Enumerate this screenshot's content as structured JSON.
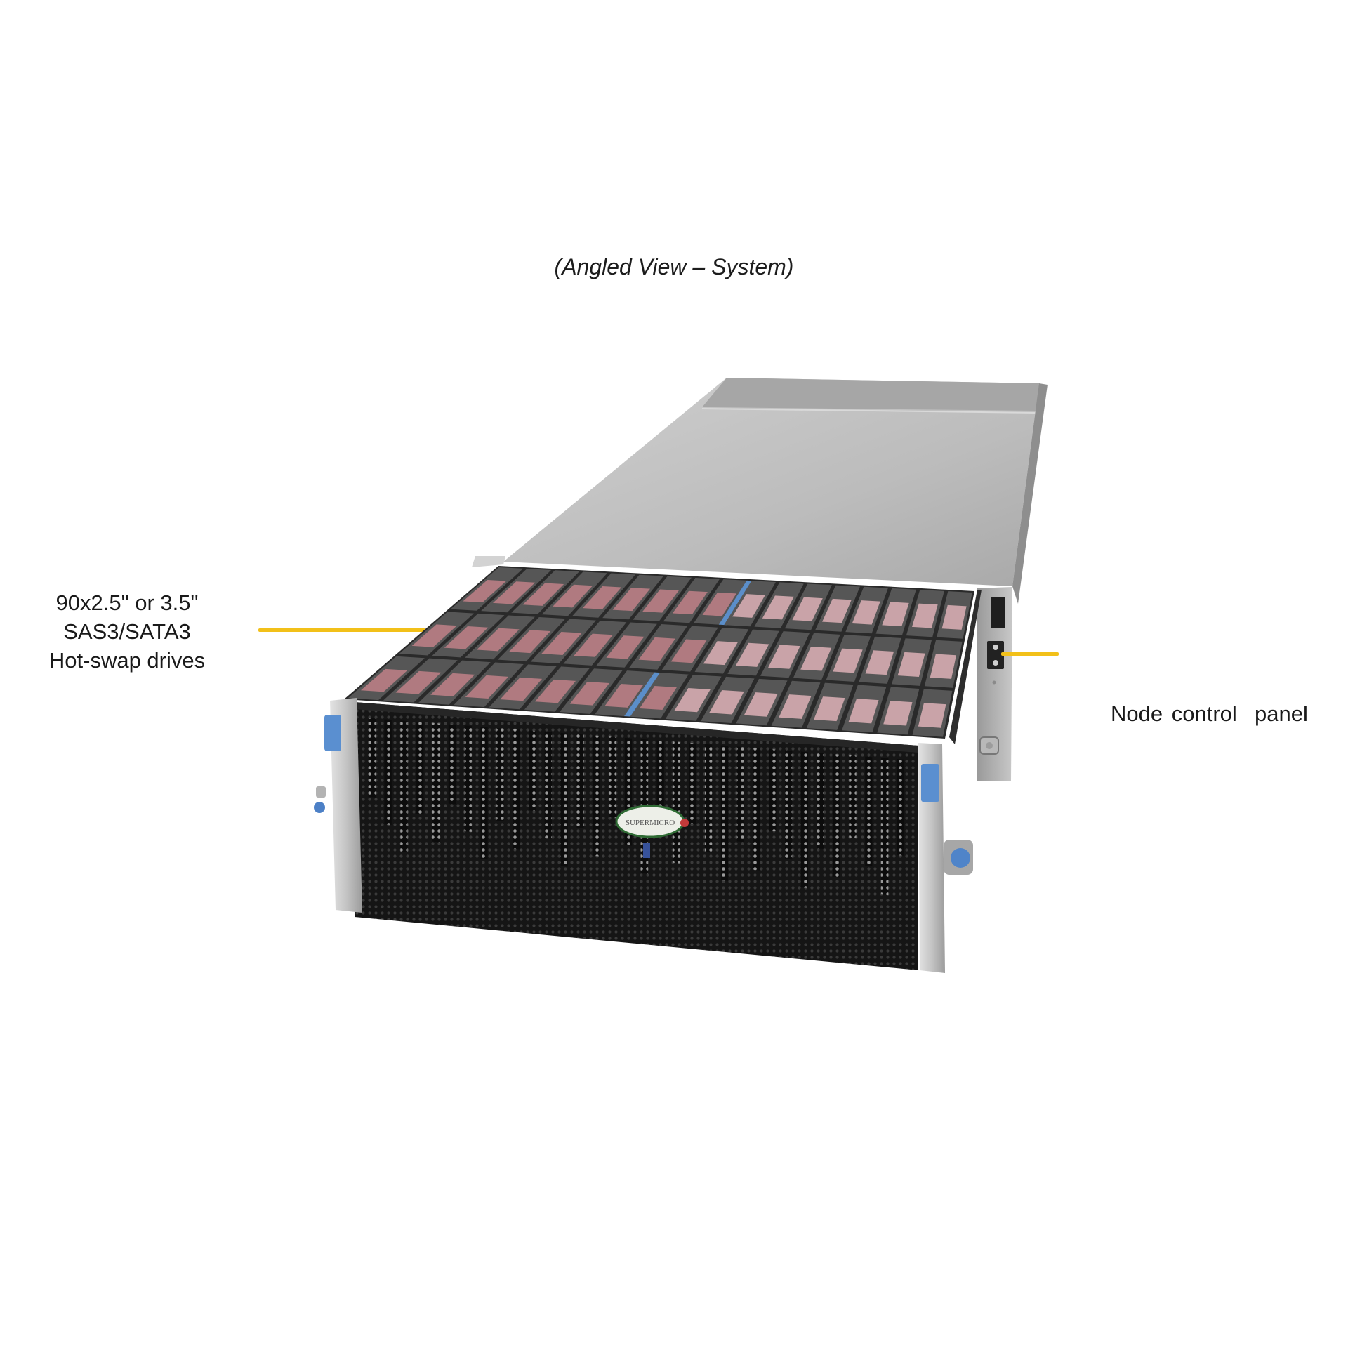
{
  "figure": {
    "caption": "(Angled View – System)",
    "subject": "4U top-loading storage server, angled view",
    "brand_badge": "SUPERMICRO"
  },
  "callouts": [
    {
      "id": "drives",
      "lines": [
        "90x2.5\" or 3.5\"",
        "SAS3/SATA3",
        "Hot-swap drives"
      ],
      "side": "left"
    },
    {
      "id": "control-panel",
      "lines": [
        "Node control  panel"
      ],
      "side": "right"
    }
  ],
  "colors": {
    "leader_line": "#f2c019",
    "chassis_lid": "#bdbdbd",
    "drive_body": "#565656",
    "drive_label": "#b07a80",
    "latch_blue": "#5b8ec9",
    "front_mesh": "#161616",
    "ear_metal": "#c9c9c9"
  }
}
